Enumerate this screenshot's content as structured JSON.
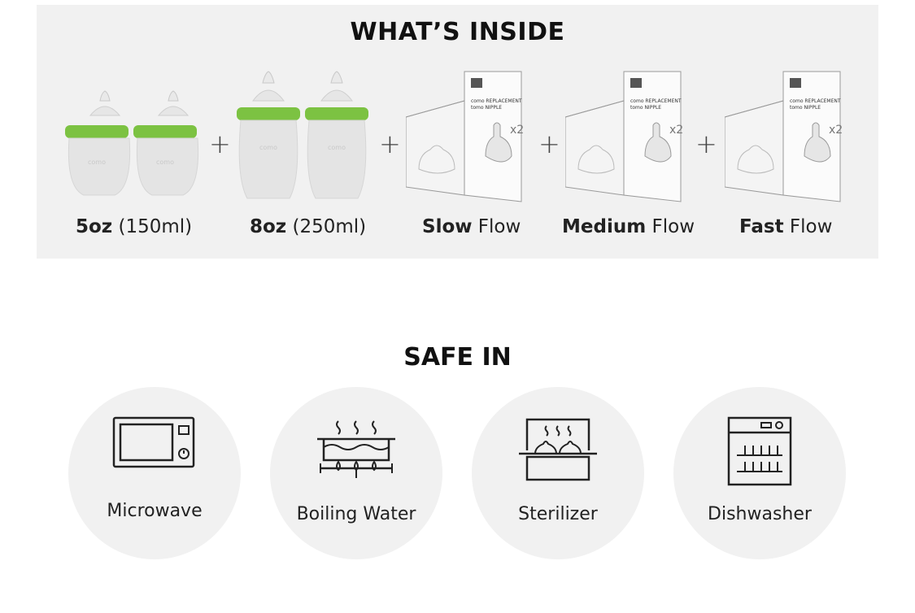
{
  "inside": {
    "title": "WHAT’S INSIDE",
    "items": [
      {
        "bold": "5oz",
        "rest": " (150ml)",
        "icon": "small-bottle-pair"
      },
      {
        "bold": "8oz",
        "rest": " (250ml)",
        "icon": "large-bottle-pair"
      },
      {
        "bold": "Slow",
        "rest": " Flow",
        "icon": "nipple-pack"
      },
      {
        "bold": "Medium",
        "rest": " Flow",
        "icon": "nipple-pack"
      },
      {
        "bold": "Fast",
        "rest": " Flow",
        "icon": "nipple-pack"
      }
    ],
    "plus": "+",
    "brand_color": "#7cc242"
  },
  "safe": {
    "title": "SAFE IN",
    "items": [
      {
        "label": "Microwave",
        "icon": "microwave-icon"
      },
      {
        "label": "Boiling Water",
        "icon": "boiling-water-icon"
      },
      {
        "label": "Sterilizer",
        "icon": "sterilizer-icon"
      },
      {
        "label": "Dishwasher",
        "icon": "dishwasher-icon"
      }
    ]
  }
}
